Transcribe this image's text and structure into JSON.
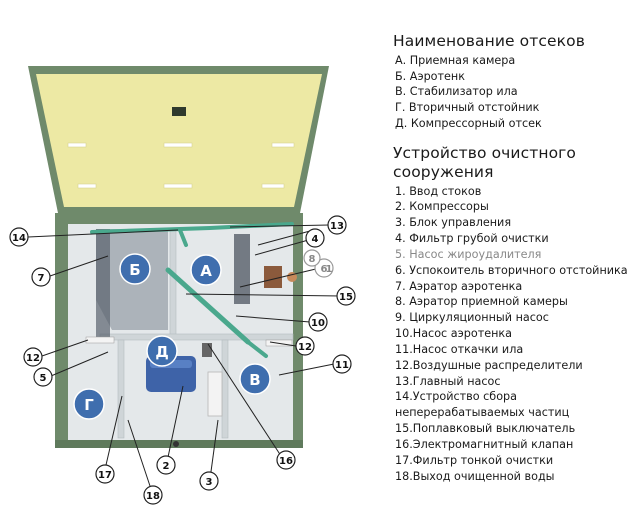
{
  "sections": {
    "title": "Наименование отсеков",
    "items": [
      "А. Приемная камера",
      "Б. Аэротенк",
      "В. Стабилизатор ила",
      "Г.  Вторичный отстойник",
      "Д. Компрессорный отсек"
    ]
  },
  "device": {
    "title": "Устройство очистного сооружения",
    "items": [
      "1. Ввод стоков",
      "2. Компрессоры",
      "3. Блок управления",
      "4. Фильтр грубой очистки",
      "5. Насос жироудалителя",
      "6. Успокоитель вторичного отстойника",
      "7. Аэратор аэротенка",
      "8. Аэратор приемной камеры",
      "9. Циркуляционный насос",
      "10.Насос аэротенка",
      "11.Насос откачки ила",
      "12.Воздушные распределители",
      "13.Главный насос",
      "14.Устройство сбора неперерабатываемых частиц",
      "15.Поплавковый выключатель",
      "16.Электромагнитный клапан",
      "17.Фильтр тонкой очистки",
      "18.Выход очищенной воды"
    ]
  },
  "diagram": {
    "compartments": [
      "Б",
      "А",
      "Д",
      "В",
      "Г"
    ],
    "callouts": [
      "14",
      "7",
      "12",
      "5",
      "17",
      "18",
      "2",
      "3",
      "16",
      "11",
      "12",
      "10",
      "15",
      "6",
      "8",
      "4",
      "13",
      "1"
    ]
  },
  "colors": {
    "lid": "#ede9a4",
    "housing": "#6f8a6b",
    "interior": "#e4e8ea",
    "pipe": "#4aa88d",
    "badge_fill": "#3f6eae",
    "compressor": "#3e63a8"
  }
}
